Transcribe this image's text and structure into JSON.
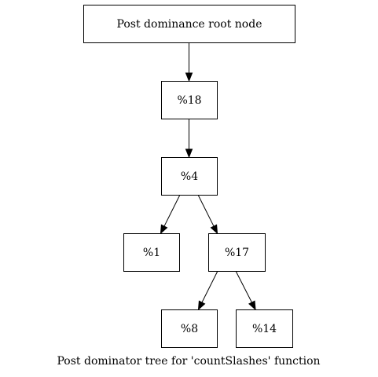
{
  "graph": {
    "caption": "Post dominator tree for 'countSlashes' function",
    "nodes": [
      {
        "id": "root",
        "label": "Post dominance root node"
      },
      {
        "id": "n18",
        "label": "%18"
      },
      {
        "id": "n4",
        "label": "%4"
      },
      {
        "id": "n1",
        "label": "%1"
      },
      {
        "id": "n17",
        "label": "%17"
      },
      {
        "id": "n8",
        "label": "%8"
      },
      {
        "id": "n14",
        "label": "%14"
      }
    ],
    "edges": [
      {
        "from": "root",
        "to": "n18"
      },
      {
        "from": "n18",
        "to": "n4"
      },
      {
        "from": "n4",
        "to": "n1"
      },
      {
        "from": "n4",
        "to": "n17"
      },
      {
        "from": "n17",
        "to": "n8"
      },
      {
        "from": "n17",
        "to": "n14"
      }
    ]
  }
}
